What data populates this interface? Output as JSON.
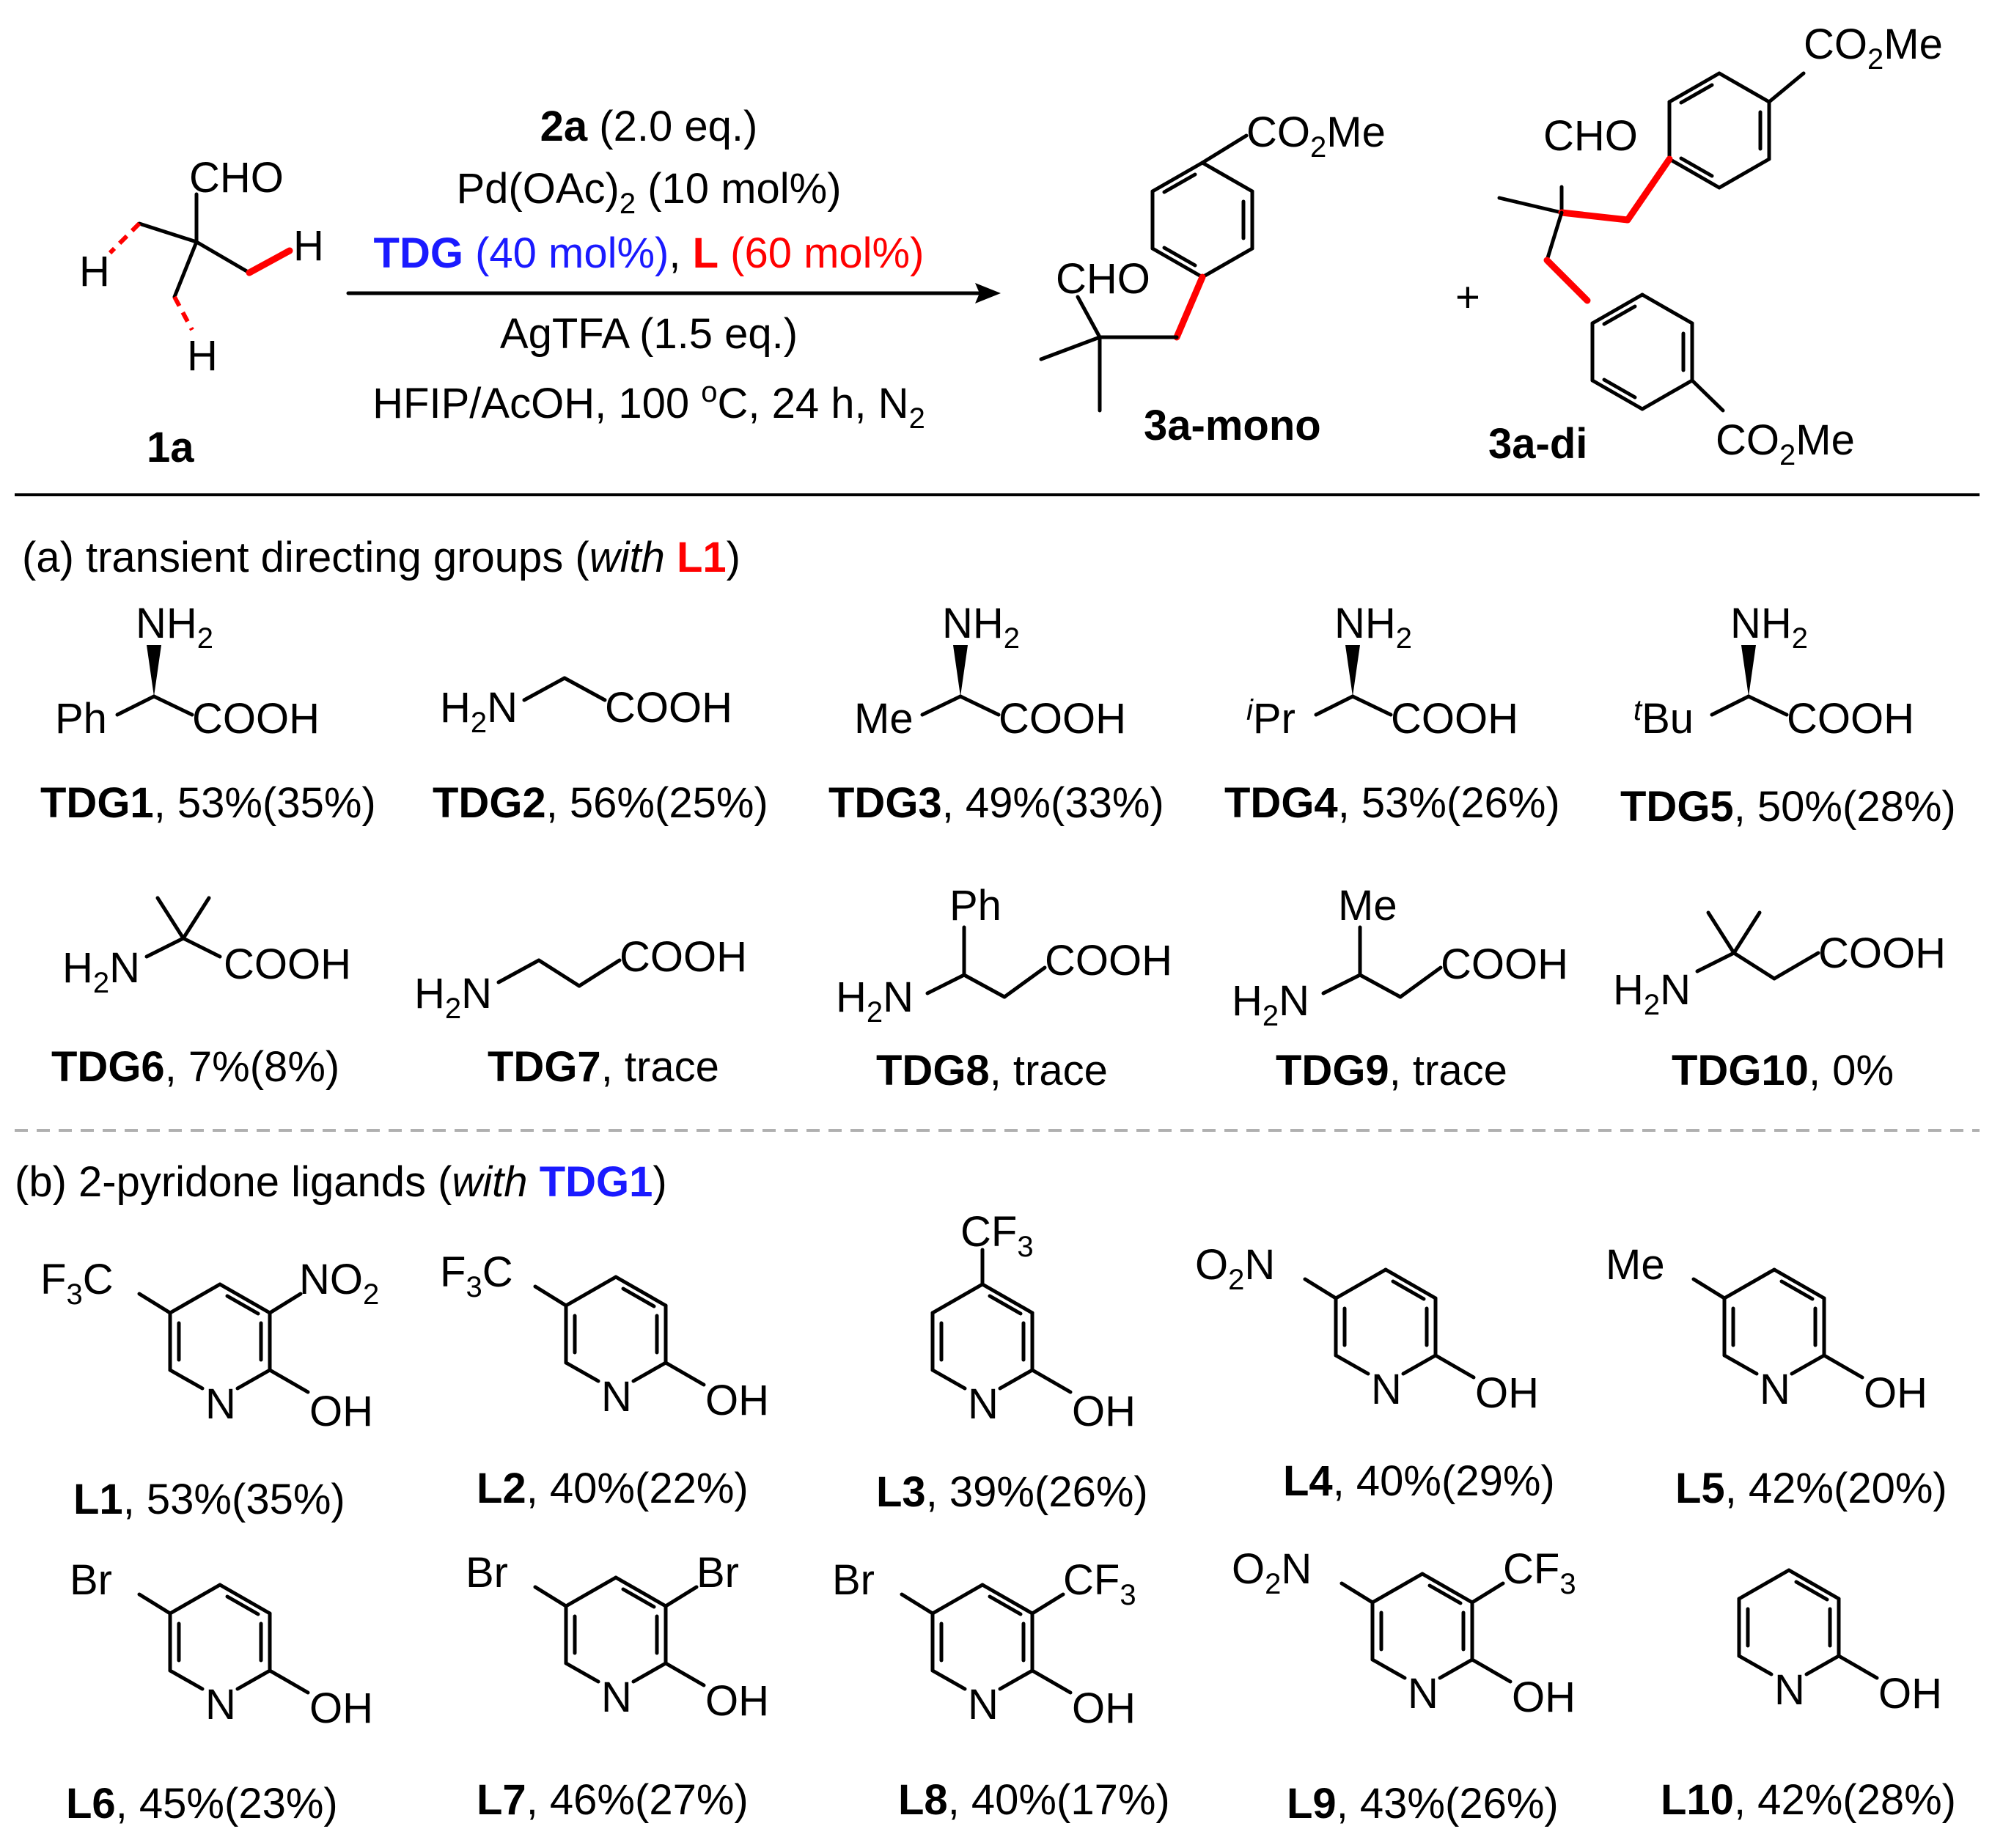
{
  "conditions": {
    "reagent_2a": "2a",
    "reagent_2a_eq": " (2.0 eq.)",
    "catalyst": "Pd(OAc)",
    "catalyst_sub": "2",
    "catalyst_load": " (10 mol%)",
    "tdg": "TDG",
    "tdg_load": " (40 mol%)",
    "comma": ", ",
    "ligand": "L",
    "ligand_load": " (60 mol%)",
    "oxidant": "AgTFA (1.5 eq.)",
    "solvent": "HFIP/AcOH, 100 ",
    "deg": "o",
    "solvent_tail": "C, 24 h, N",
    "n2_sub": "2"
  },
  "labels": {
    "sm": "1a",
    "mono": "3a-mono",
    "di": "3a-di",
    "plus": "+",
    "cho": "CHO",
    "h": "H",
    "co2me_a": "CO",
    "co2me_sub": "2",
    "co2me_b": "Me"
  },
  "section_a": {
    "prefix": "(a) transient directing groups (",
    "with": "with",
    "ligand": "L1",
    "suffix": ")"
  },
  "section_b": {
    "prefix": "(b) 2-pyridone ligands (",
    "with": "with",
    "tdg": "TDG1",
    "suffix": ")"
  },
  "tdgs": [
    {
      "id": "TDG1",
      "result": ", 53%(35%)",
      "sub": "Ph"
    },
    {
      "id": "TDG2",
      "result": ", 56%(25%)"
    },
    {
      "id": "TDG3",
      "result": ", 49%(33%)",
      "sub": "Me"
    },
    {
      "id": "TDG4",
      "result": ", 53%(26%)",
      "sub_sup": "i",
      "sub": "Pr"
    },
    {
      "id": "TDG5",
      "result": ", 50%(28%)",
      "sub_sup": "t",
      "sub": "Bu"
    },
    {
      "id": "TDG6",
      "result": ", 7%(8%)"
    },
    {
      "id": "TDG7",
      "result": ", trace"
    },
    {
      "id": "TDG8",
      "result": ", trace",
      "sub": "Ph"
    },
    {
      "id": "TDG9",
      "result": ", trace",
      "sub": "Me"
    },
    {
      "id": "TDG10",
      "result": ", 0%"
    }
  ],
  "ligands": [
    {
      "id": "L1",
      "result": ", 53%(35%)"
    },
    {
      "id": "L2",
      "result": ", 40%(22%)"
    },
    {
      "id": "L3",
      "result": ", 39%(26%)"
    },
    {
      "id": "L4",
      "result": ", 40%(29%)"
    },
    {
      "id": "L5",
      "result": ", 42%(20%)"
    },
    {
      "id": "L6",
      "result": ", 45%(23%)"
    },
    {
      "id": "L7",
      "result": ", 46%(27%)"
    },
    {
      "id": "L8",
      "result": ", 40%(17%)"
    },
    {
      "id": "L9",
      "result": ", 43%(26%)"
    },
    {
      "id": "L10",
      "result": ", 42%(28%)"
    }
  ],
  "groups": {
    "nh2": "NH",
    "h2n_h": "H",
    "h2n_n": "N",
    "sub2": "2",
    "cooh": "COOH",
    "oh": "OH",
    "n": "N",
    "br": "Br",
    "me": "Me",
    "cf": "CF",
    "sub3": "3",
    "f3c_f": "F",
    "f3c_c": "C",
    "no": "NO",
    "o2n_o": "O",
    "o2n_n": "N"
  },
  "colors": {
    "tdg": "#1a1aff",
    "ligand": "#ff0000",
    "divider": "#000000",
    "dashed": "#b0b0b0"
  }
}
